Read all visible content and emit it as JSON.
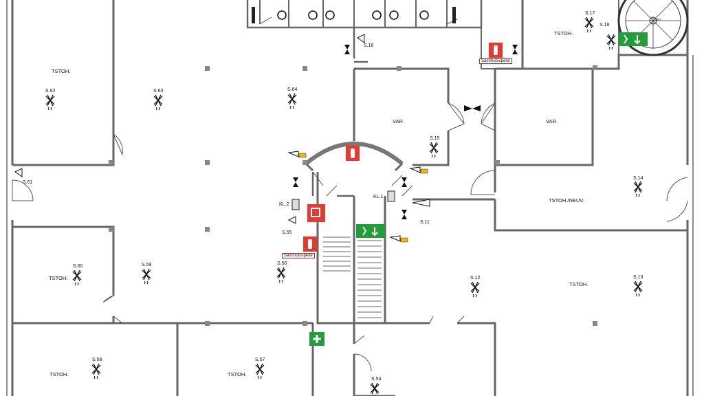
{
  "rooms": {
    "tstoh_nw": "TSTOH.",
    "s63_room": "",
    "var_a": "VAR.",
    "var_b": "VAR.",
    "tstoh_n": "TSTOH.",
    "tstoh_neuv": "TSTOH./NEUV.",
    "tstoh_w": "TSTOH.",
    "tstoh_e": "TSTOH.",
    "tstoh_sw": "TSTOH.",
    "tstoh_s": "TSTOH."
  },
  "detectors": [
    "S.62",
    "S.63",
    "S.64",
    "S.61",
    "S.60",
    "S.59",
    "S.58",
    "S.57",
    "S.56",
    "S.55",
    "S.54",
    "S.15",
    "S.16",
    "S.17",
    "S.18",
    "S.14",
    "S.13",
    "S.12",
    "S.11"
  ],
  "call_points": [
    "KL.1",
    "KL.2"
  ],
  "extinguisher_labels": [
    "Sammutuspeite",
    "Sammutuspeite"
  ],
  "stair_label": "Down",
  "icons": [
    "smoke-detector-icon",
    "fire-extinguisher-icon",
    "fire-hose-icon",
    "emergency-exit-icon",
    "first-aid-icon",
    "alarm-sounder-icon",
    "manual-call-point-icon",
    "beacon-icon"
  ],
  "colors": {
    "wall": "#666666",
    "wall_dark": "#444444",
    "exit_green": "#1f9e3a",
    "fire_red": "#e53b2f",
    "beacon_yellow": "#f2b705"
  }
}
